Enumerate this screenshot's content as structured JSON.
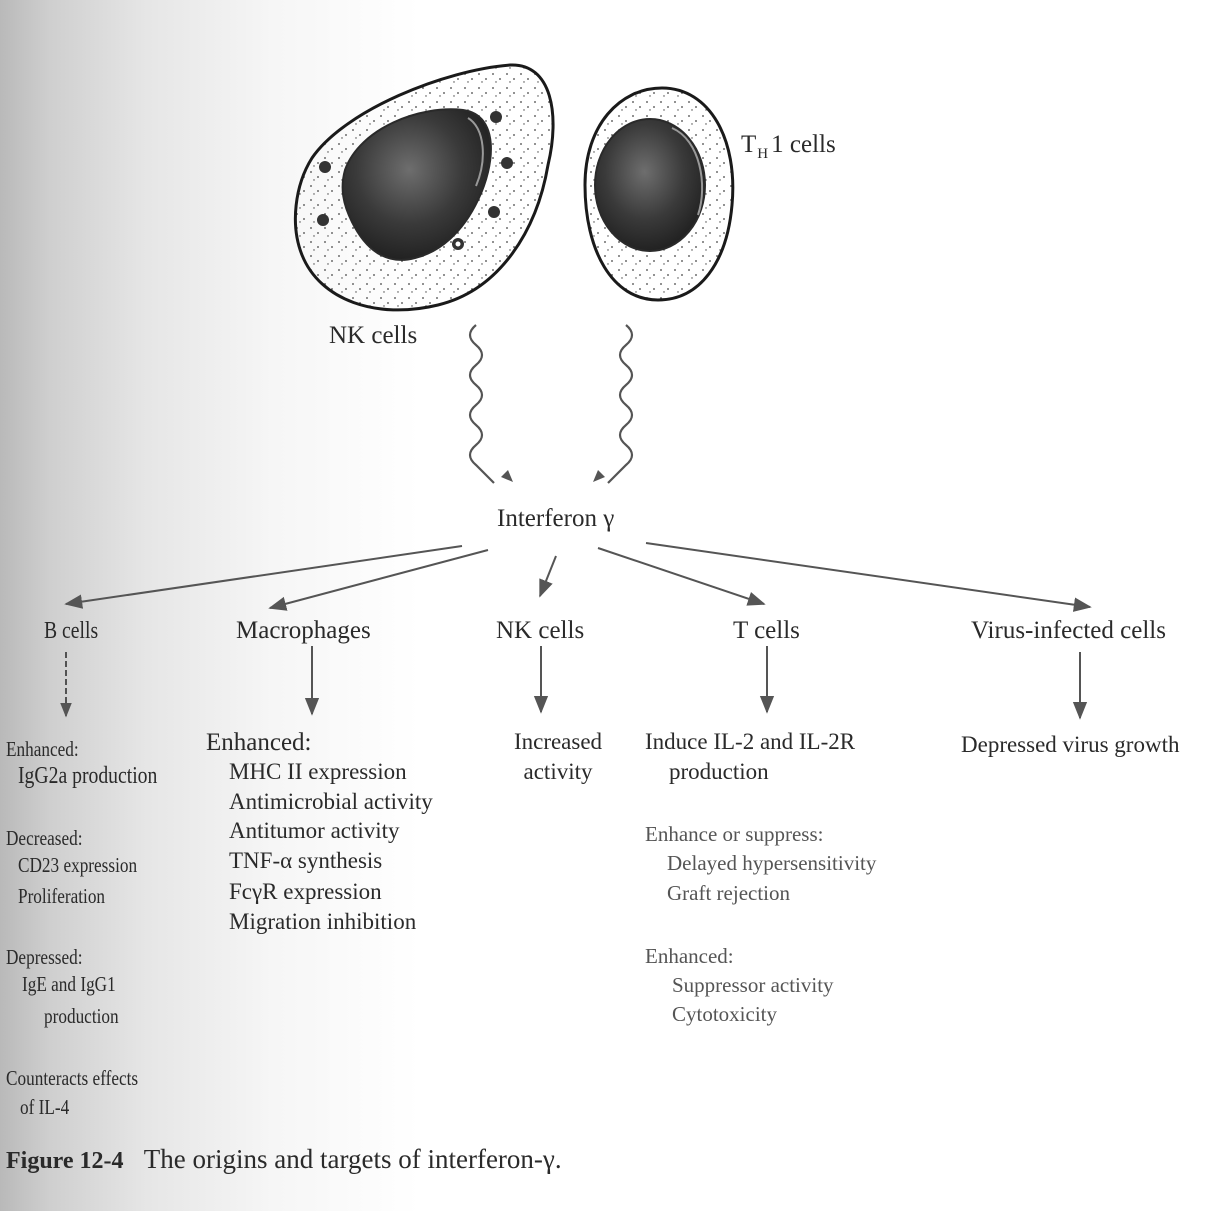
{
  "sources": {
    "nk_cells": "NK cells",
    "th1_prefix": "T",
    "th1_sub": "H",
    "th1_suffix": "1 cells"
  },
  "center": {
    "label": "Interferon γ"
  },
  "targets": {
    "b_cells": {
      "label": "B cells",
      "effects": [
        "Enhanced:",
        "IgG2a production",
        "Decreased:",
        "CD23 expression",
        "Proliferation",
        "Depressed:",
        "IgE and IgG1",
        "production",
        "Counteracts effects",
        "of IL-4"
      ]
    },
    "macrophages": {
      "label": "Macrophages",
      "heading": "Enhanced:",
      "effects": [
        "MHC II expression",
        "Antimicrobial activity",
        "Antitumor activity",
        "TNF-α synthesis",
        "FcγR expression",
        "Migration inhibition"
      ]
    },
    "nk_cells": {
      "label": "NK cells",
      "effects": [
        "Increased",
        "activity"
      ]
    },
    "t_cells": {
      "label": "T cells",
      "effects": [
        "Induce IL-2 and IL-2R",
        "production",
        "Enhance or suppress:",
        "Delayed hypersensitivity",
        "Graft rejection",
        "Enhanced:",
        "Suppressor activity",
        "Cytotoxicity"
      ]
    },
    "virus_infected": {
      "label": "Virus-infected cells",
      "effects": [
        "Depressed virus growth"
      ]
    }
  },
  "caption": {
    "number": "Figure 12-4",
    "text": "The origins and targets of interferon-γ."
  },
  "colors": {
    "arrow": "#6a6a6a",
    "cell_outline": "#1a1a1a",
    "nucleus": "#3c3c3c",
    "text": "#2a2a2a",
    "page_shadow": "#bdbdbd"
  }
}
